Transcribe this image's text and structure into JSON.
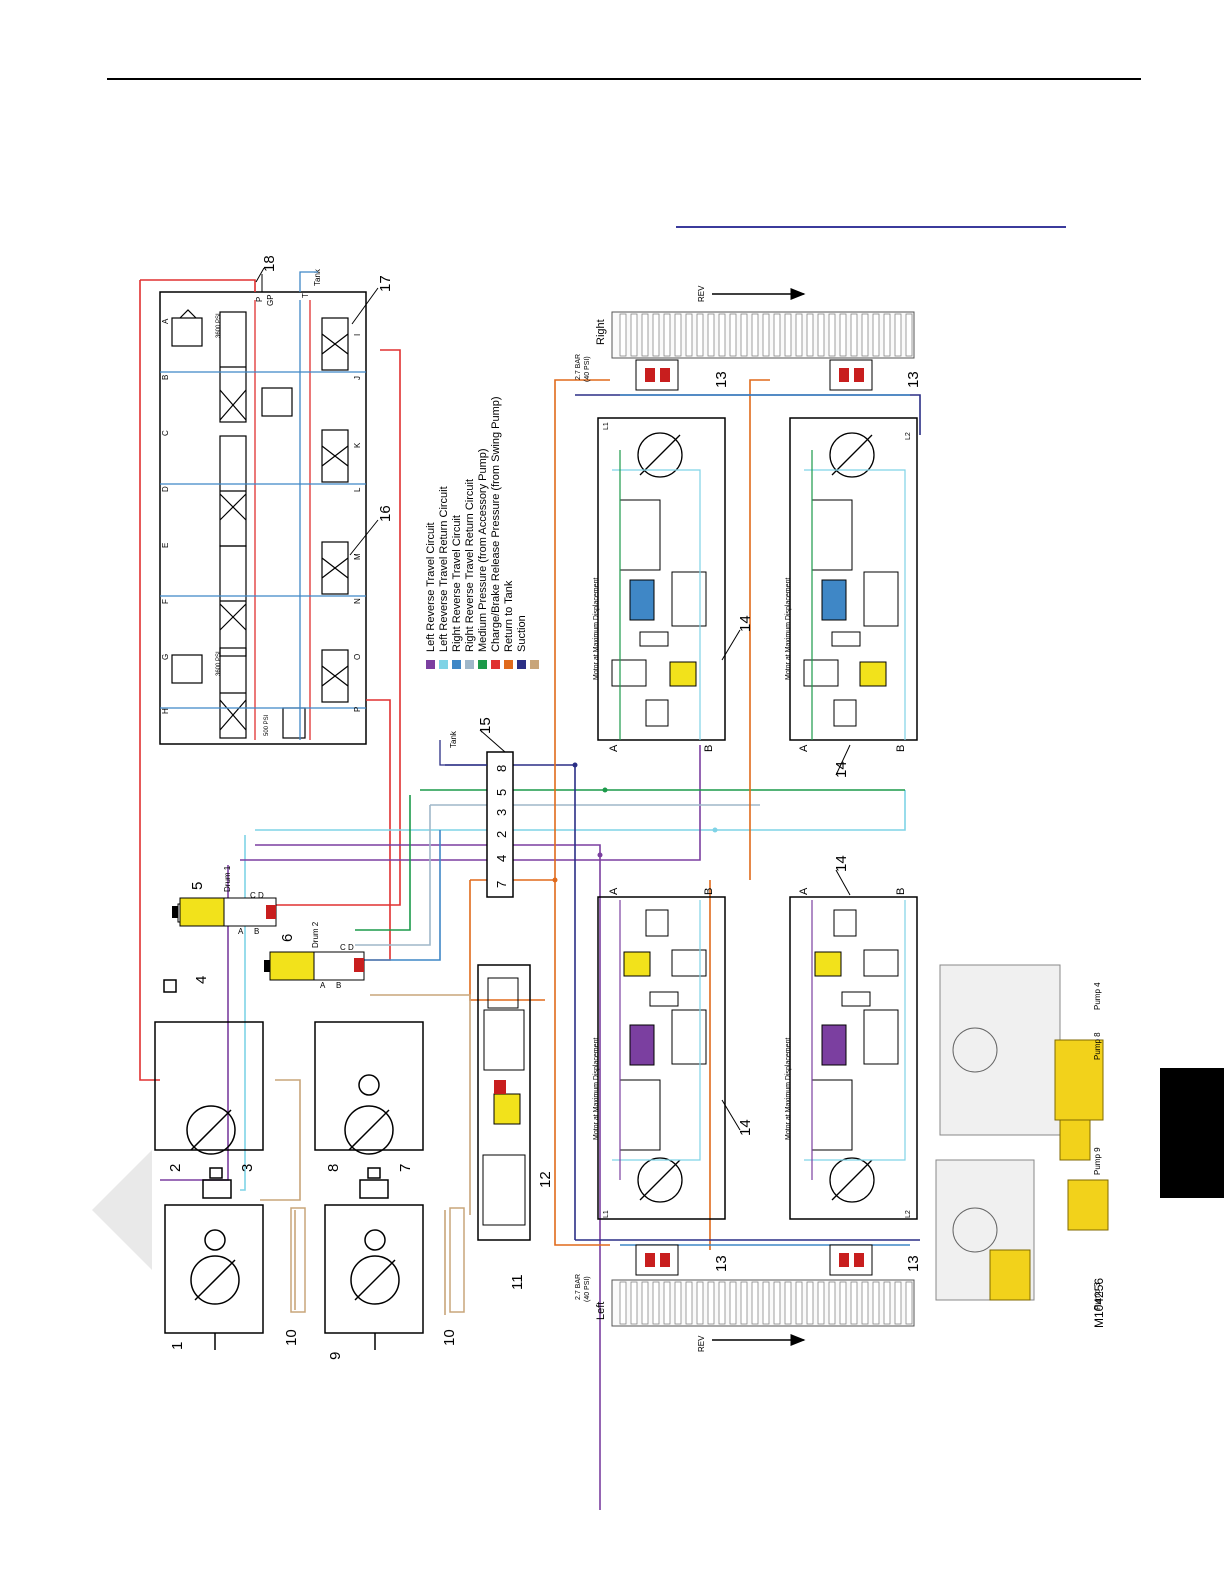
{
  "figure_id": "M104256",
  "callouts": [
    "1",
    "2",
    "3",
    "4",
    "5",
    "6",
    "7",
    "8",
    "9",
    "10",
    "11",
    "12",
    "13",
    "14",
    "15",
    "16",
    "17",
    "18"
  ],
  "legend": [
    {
      "label": "Left Reverse Travel Circuit",
      "color": "#7b3fa0"
    },
    {
      "label": "Left Reverse Travel Return Circuit",
      "color": "#7fd3e6"
    },
    {
      "label": "Right Reverse Travel Circuit",
      "color": "#3f87c6"
    },
    {
      "label": "Right Reverse Travel Return Circuit",
      "color": "#9fb7c9"
    },
    {
      "label": "Medium Pressure (from Accessory Pump)",
      "color": "#1c9a4a"
    },
    {
      "label": "Charge/Brake Release Pressure (from Swing Pump)",
      "color": "#e03030"
    },
    {
      "label": "Return to Tank",
      "color": "#e06a1c"
    },
    {
      "label": "Suction",
      "color": "#2b2f86"
    },
    {
      "label": "",
      "color": "#c8a57a"
    }
  ],
  "labels": {
    "tank": "Tank",
    "p": "P",
    "gp": "GP",
    "t": "T",
    "psi_3600": "3600 PSI",
    "psi_500": "500 PSI",
    "drum1": "Drum 1",
    "drum2": "Drum 2",
    "motor_max": "Motor at Maximum Displacement",
    "rev": "REV",
    "right": "Right",
    "left": "Left",
    "bar": "2.7 BAR",
    "bar_psi": "(40 PSI)",
    "pump3": "Pump 3",
    "pump4": "Pump 4",
    "pump8": "Pump 8",
    "pump9": "Pump 9",
    "l1": "L1",
    "l2": "L2",
    "port_a": "A",
    "port_b": "B",
    "port_c": "C",
    "port_d": "D",
    "manifold_ports": [
      "8",
      "5",
      "3",
      "2",
      "4",
      "7"
    ],
    "valve_ports": [
      "H",
      "G",
      "F",
      "E",
      "D",
      "C",
      "B",
      "A"
    ],
    "pilot_ports": [
      "P",
      "O",
      "N",
      "M",
      "L",
      "K",
      "J",
      "I"
    ]
  },
  "colors": {
    "purple": "#7b3fa0",
    "lightblue": "#7fd3e6",
    "blue": "#3f87c6",
    "steel": "#9fb7c9",
    "green": "#1c9a4a",
    "red": "#e03030",
    "orange": "#e06a1c",
    "navy": "#2b2f86",
    "tan": "#c8a57a",
    "yellow": "#f2e21b"
  }
}
